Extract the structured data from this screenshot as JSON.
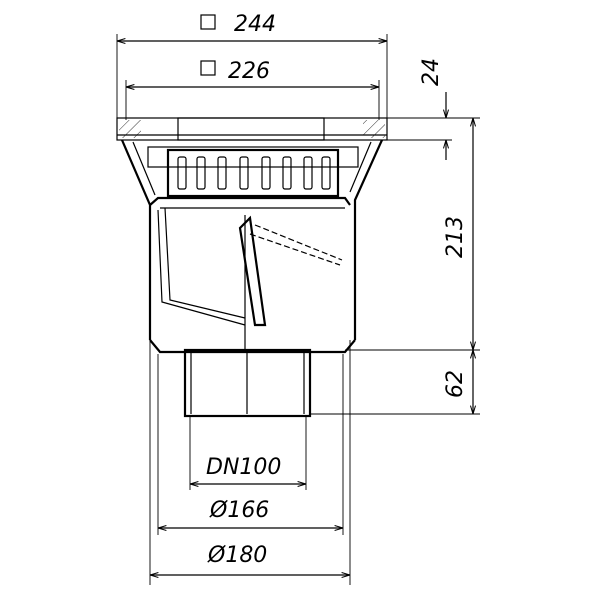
{
  "dimensions": {
    "top_square_outer": "244",
    "top_square_inner": "226",
    "grate_height": "24",
    "body_height": "213",
    "spigot_height": "62",
    "pipe_nominal": "DN100",
    "diameter_inner": "Ø166",
    "diameter_outer": "Ø180"
  },
  "colors": {
    "ink": "#000000",
    "paper": "#ffffff"
  }
}
